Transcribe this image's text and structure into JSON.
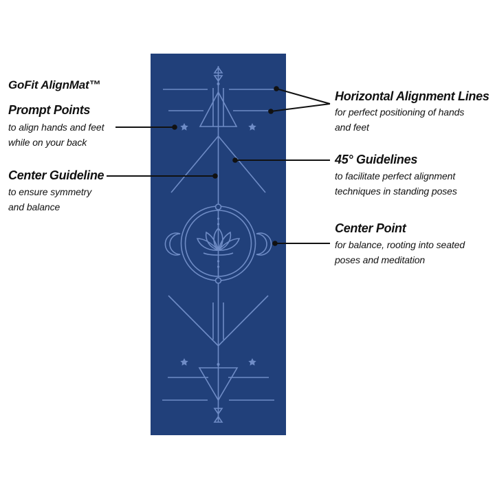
{
  "product": {
    "name": "GoFit AlignMat™"
  },
  "callouts": {
    "prompt_points": {
      "title": "Prompt Points",
      "lines": [
        "to align hands and feet",
        "while on your back"
      ]
    },
    "center_guideline": {
      "title": "Center Guideline",
      "lines": [
        "to ensure symmetry",
        "and balance"
      ]
    },
    "horizontal_lines": {
      "title": "Horizontal Alignment Lines",
      "lines": [
        "for perfect positioning of hands",
        "and feet"
      ]
    },
    "guidelines_45": {
      "title": "45° Guidelines",
      "lines": [
        "to facilitate perfect alignment",
        "techniques in standing poses"
      ]
    },
    "center_point": {
      "title": "Center Point",
      "lines": [
        "for balance, rooting into seated",
        "poses and meditation"
      ]
    }
  },
  "colors": {
    "mat": "#21407a",
    "mat_lines": "#6f8cc6",
    "pointer": "#111111"
  }
}
